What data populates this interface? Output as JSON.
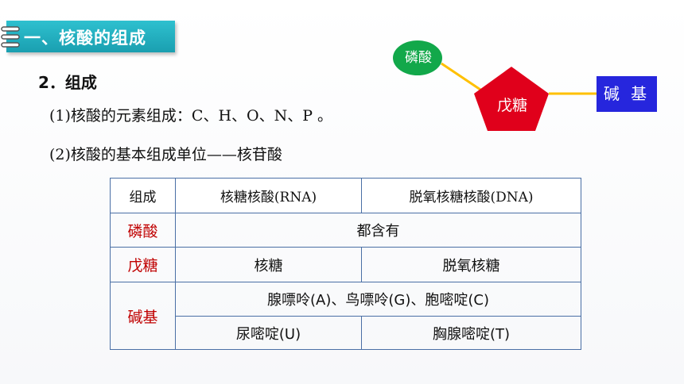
{
  "header": {
    "section_title": "一、核酸的组成"
  },
  "content": {
    "subheading": "2．组成",
    "line1": "(1)核酸的元素组成：C、H、O、N、P 。",
    "line2": "(2)核酸的基本组成单位——核苷酸"
  },
  "diagram": {
    "phosphate": "磷酸",
    "sugar": "戊糖",
    "base": "碱 基",
    "colors": {
      "phosphate": "#12a84a",
      "sugar": "#e0001b",
      "base": "#2626dd",
      "bond": "#ffc000"
    }
  },
  "table": {
    "headers": [
      "组成",
      "核糖核酸(RNA)",
      "脱氧核糖核酸(DNA)"
    ],
    "rows": {
      "phosphate_label": "磷酸",
      "phosphate_value": "都含有",
      "sugar_label": "戊糖",
      "sugar_rna": "核糖",
      "sugar_dna": "脱氧核糖",
      "base_label": "碱基",
      "base_common": "腺嘌呤(A)、鸟嘌呤(G)、胞嘧啶(C)",
      "base_rna": "尿嘧啶(U)",
      "base_dna": "胸腺嘧啶(T)"
    },
    "colors": {
      "border": "#4a6fa5",
      "row_label": "#c00000"
    }
  }
}
